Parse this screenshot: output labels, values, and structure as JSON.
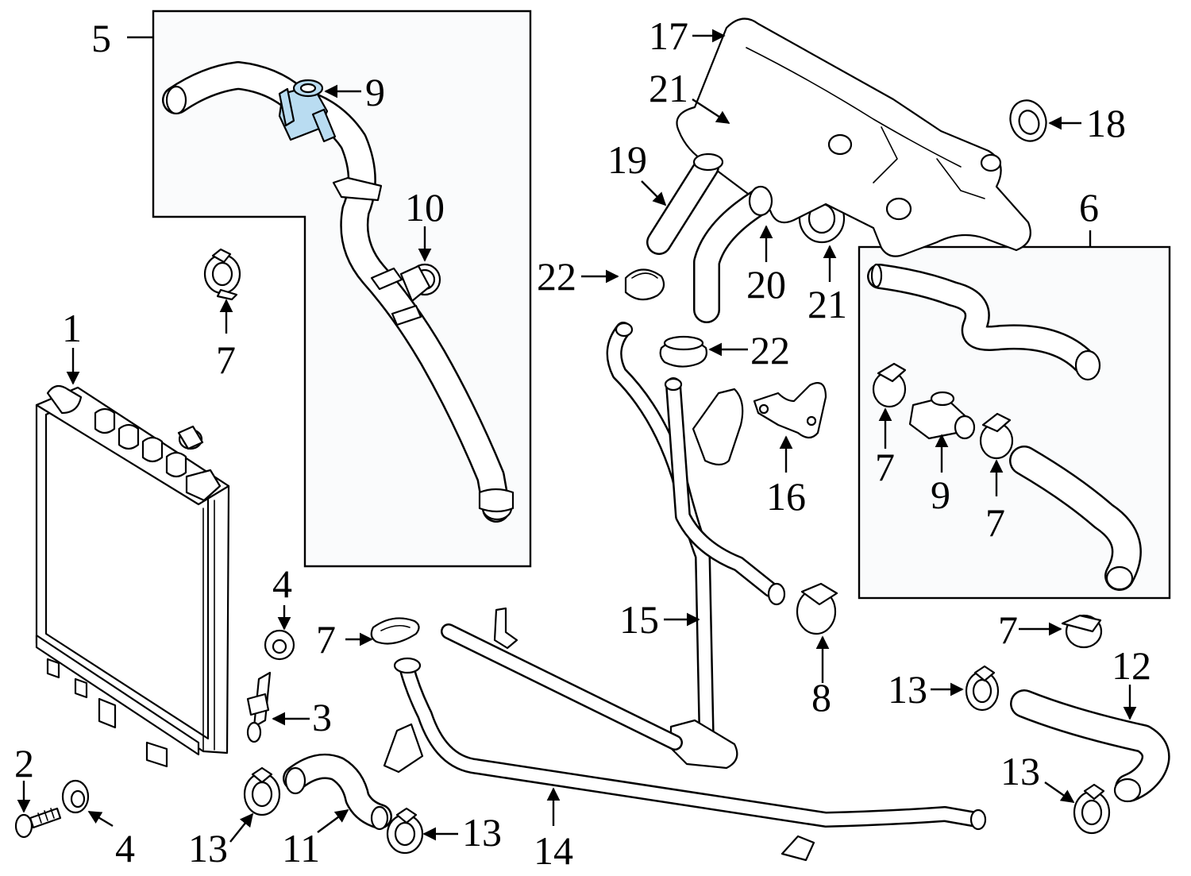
{
  "highlight_color": "#b9dcf1",
  "callouts": {
    "c1": "1",
    "c2": "2",
    "c3": "3",
    "c4a": "4",
    "c4b": "4",
    "c5": "5",
    "c6": "6",
    "c7a": "7",
    "c7b": "7",
    "c7c": "7",
    "c7d": "7",
    "c7e": "7",
    "c8": "8",
    "c9a": "9",
    "c9b": "9",
    "c10": "10",
    "c11": "11",
    "c12": "12",
    "c13a": "13",
    "c13b": "13",
    "c13c": "13",
    "c13d": "13",
    "c14": "14",
    "c15": "15",
    "c16": "16",
    "c17": "17",
    "c18": "18",
    "c19": "19",
    "c20": "20",
    "c21a": "21",
    "c21b": "21",
    "c22a": "22",
    "c22b": "22"
  }
}
